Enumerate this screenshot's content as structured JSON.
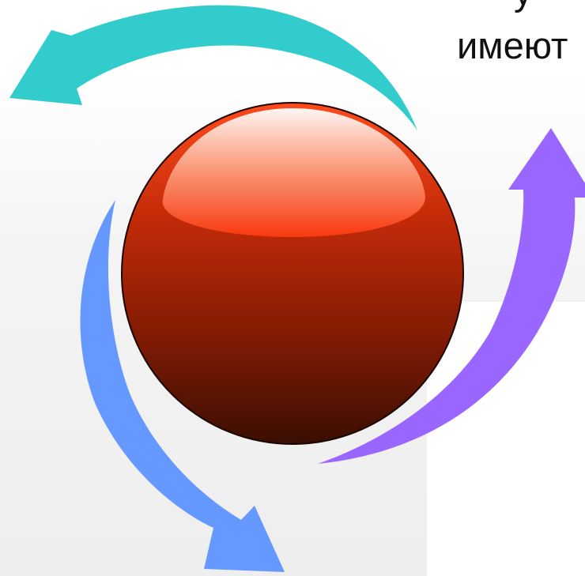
{
  "slide": {
    "caption_partial_top": "у",
    "caption_partial": "имеют"
  },
  "diagram": {
    "central_object": "glossy-red-sphere",
    "arrows": [
      {
        "color": "#33CCCC",
        "direction": "counter-clockwise"
      },
      {
        "color": "#9966FF",
        "direction": "counter-clockwise"
      },
      {
        "color": "#6699FF",
        "direction": "counter-clockwise"
      }
    ],
    "colors": {
      "sphere_top": "#FF3311",
      "sphere_bottom": "#3A0E02",
      "highlight": "#FFFFFF"
    }
  }
}
